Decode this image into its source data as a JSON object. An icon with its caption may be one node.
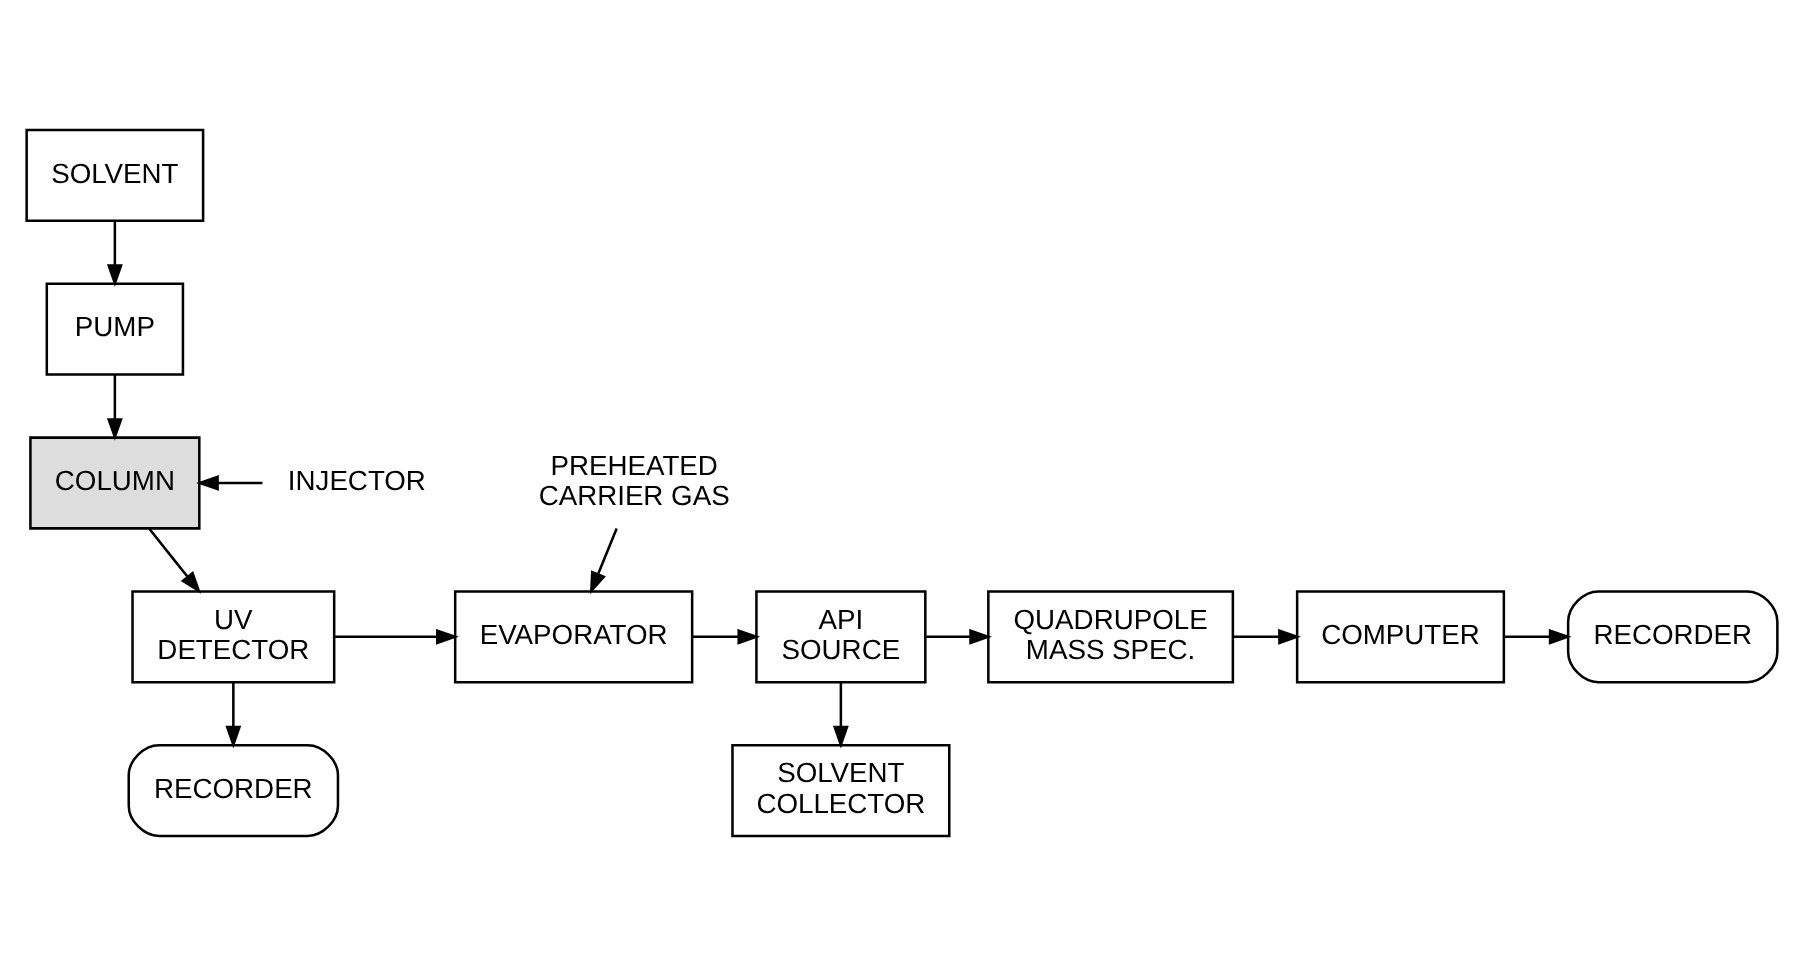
{
  "diagram": {
    "nodes": [
      {
        "text": [
          "SOLVENT"
        ]
      },
      {
        "text": [
          "PUMP"
        ]
      },
      {
        "text": [
          "INJECTOR"
        ]
      },
      {
        "text": [
          "COLUMN"
        ]
      },
      {
        "text": [
          "UV DETECTOR"
        ]
      },
      {
        "text": [
          "RECORDER"
        ]
      },
      {
        "text": [
          "PREHEATED CARRIER GAS"
        ]
      },
      {
        "text": [
          "EVAPORATOR"
        ]
      },
      {
        "text": [
          "API SOURCE"
        ]
      },
      {
        "text": [
          "SOLVENT COLLECTOR"
        ]
      },
      {
        "text": [
          "QUADRUPOLE MASS SPEC."
        ]
      },
      {
        "text": [
          "COMPUTER"
        ]
      },
      {
        "text": [
          "RECORDER"
        ]
      }
    ],
    "edges": [
      {
        "from": 0,
        "to": 1,
        "arrow": "to"
      },
      {
        "from": 1,
        "to": 3,
        "arrow": "to"
      },
      {
        "from": 2,
        "to": 3,
        "arrow": "to"
      },
      {
        "from": 3,
        "to": 4,
        "arrow": "to"
      },
      {
        "from": 4,
        "to": 5,
        "arrow": "to"
      },
      {
        "from": 4,
        "to": 7,
        "arrow": "to"
      },
      {
        "from": 6,
        "to": 7,
        "arrow": "to"
      },
      {
        "from": 7,
        "to": 8,
        "arrow": "to"
      },
      {
        "from": 8,
        "to": 9,
        "arrow": "to"
      },
      {
        "from": 8,
        "to": 10,
        "arrow": "to"
      },
      {
        "from": 10,
        "to": 11,
        "arrow": "to"
      },
      {
        "from": 11,
        "to": 12,
        "arrow": "to"
      }
    ]
  }
}
